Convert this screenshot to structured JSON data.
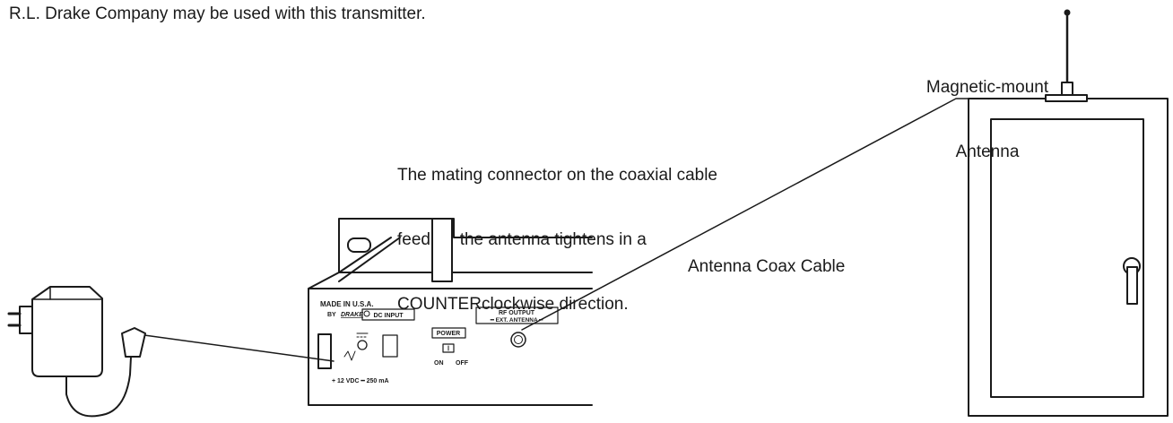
{
  "notes": {
    "top": "R.L. Drake Company may be used with this transmitter.",
    "connector": [
      "The mating connector on the coaxial cable",
      "feed for the antenna tightens in a",
      "COUNTERclockwise direction."
    ],
    "antenna": [
      "Magnetic-mount",
      "Antenna"
    ],
    "coax": "Antenna Coax Cable"
  },
  "panel": {
    "made_in": "MADE IN U.S.A.",
    "by": "BY",
    "brand": "DRAKE",
    "dc_input": "DC INPUT",
    "power": "POWER",
    "on": "ON",
    "off": "OFF",
    "voltage": "+ 12 VDC ━ 250 mA",
    "rf_output": "RF OUTPUT",
    "ext_antenna": "━ EXT. ANTENNA ━"
  }
}
